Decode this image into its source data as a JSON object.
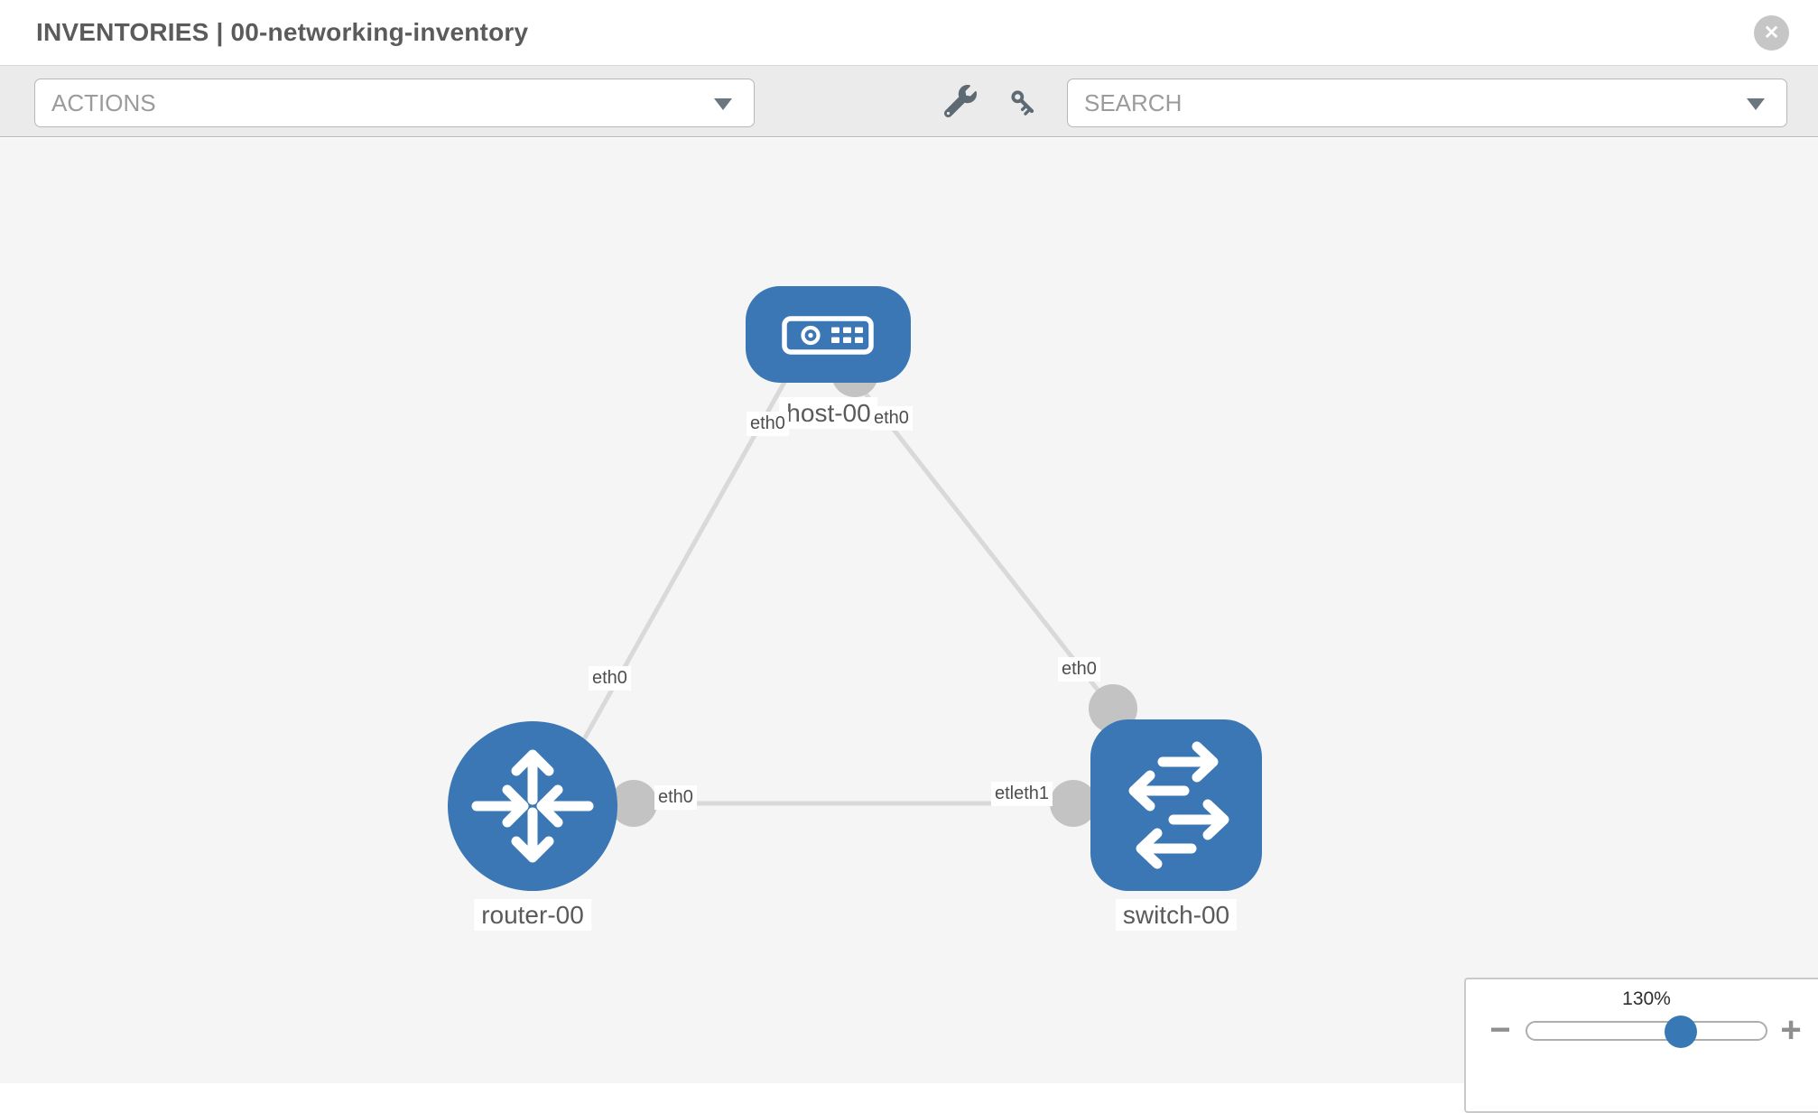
{
  "header": {
    "title": "INVENTORIES | 00-networking-inventory"
  },
  "toolbar": {
    "actions_label": "ACTIONS",
    "search_placeholder": "SEARCH"
  },
  "icons": {
    "close": "✕",
    "zoom_out": "−",
    "zoom_in": "+"
  },
  "topology": {
    "nodes": [
      {
        "id": "host-00",
        "type": "host",
        "label": "host-00"
      },
      {
        "id": "router-00",
        "type": "router",
        "label": "router-00"
      },
      {
        "id": "switch-00",
        "type": "switch",
        "label": "switch-00"
      }
    ],
    "links": [
      {
        "from": "host-00",
        "to": "router-00",
        "source_label": "eth0",
        "target_label": "eth0"
      },
      {
        "from": "host-00",
        "to": "switch-00",
        "source_label": "eth0",
        "target_label": "eth0"
      },
      {
        "from": "router-00",
        "to": "switch-00",
        "source_label": "eth0",
        "target_label": "etleth1"
      }
    ]
  },
  "zoom_control": {
    "level": "130%"
  },
  "colors": {
    "node_blue": "#3a77b4",
    "link_gray": "#d9d9d9",
    "port_gray": "#c3c3c3",
    "toolbar_gray": "#ebebeb",
    "canvas_gray": "#f5f5f5",
    "accent_blue": "#3878b5"
  }
}
